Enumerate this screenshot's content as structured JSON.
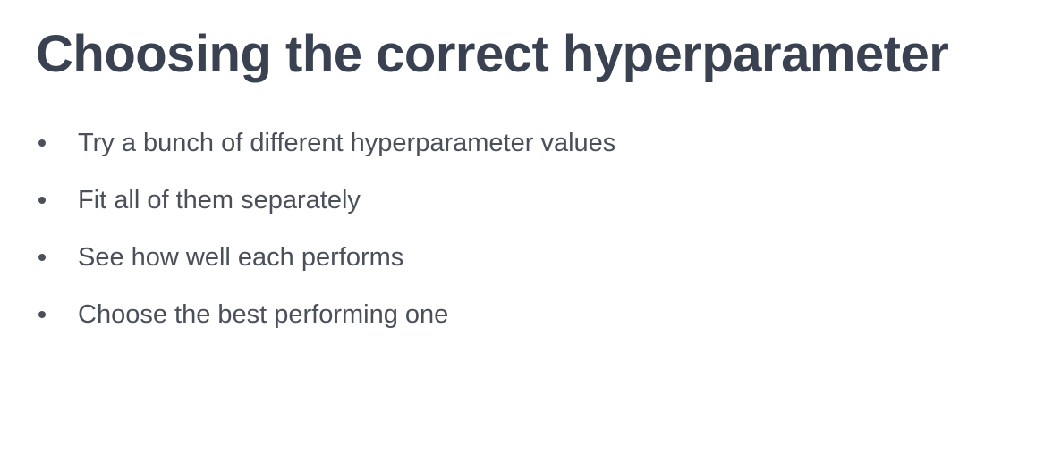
{
  "slide": {
    "title": "Choosing the correct hyperparameter",
    "bullets": [
      "Try a bunch of different hyperparameter values",
      "Fit all of them separately",
      "See how well each performs",
      "Choose the best performing one"
    ]
  }
}
